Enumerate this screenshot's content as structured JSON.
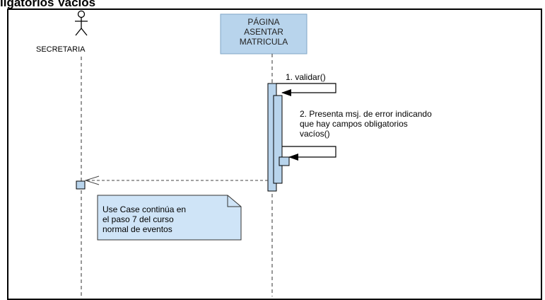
{
  "title": "ligatorios Vacíos",
  "actor": {
    "name": "SECRETARIA",
    "icon": "stick-figure-icon"
  },
  "lifeline_object": {
    "line1": "PÁGINA",
    "line2": "ASENTAR",
    "line3": "MATRICULA",
    "fill": "#b8d4ec",
    "stroke": "#7fa6c6"
  },
  "messages": [
    {
      "label": "1. validar()",
      "type": "self-call"
    },
    {
      "label_line1": "2. Presenta msj. de error indicando",
      "label_line2": "que hay campos obligatorios",
      "label_line3": "vacíos()",
      "type": "self-call"
    },
    {
      "label": "",
      "type": "return-dashed"
    }
  ],
  "note": {
    "line1": "Use Case continúa en",
    "line2": "el paso 7 del curso",
    "line3": "normal de eventos",
    "fill": "#cfe4f7"
  },
  "colors": {
    "activation": "#b8d4ec",
    "lifeline": "#555555"
  }
}
